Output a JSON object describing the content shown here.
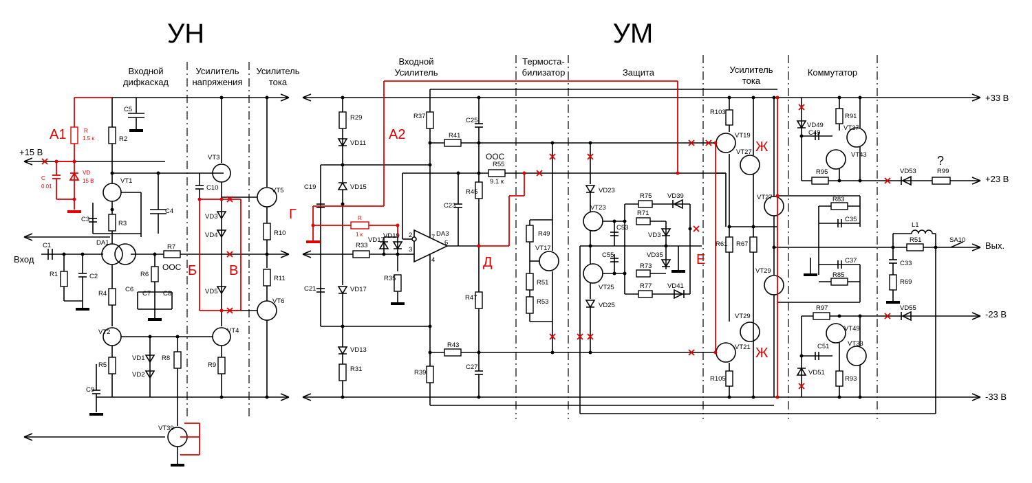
{
  "titles": {
    "un": "УН",
    "um": "УМ"
  },
  "sections": {
    "un_diff_1": "Входной",
    "un_diff_2": "дифкаскад",
    "un_va_1": "Усилитель",
    "un_va_2": "напряжения",
    "un_ca_1": "Усилитель",
    "un_ca_2": "тока",
    "um_in_1": "Входной",
    "um_in_2": "Усилитель",
    "um_ts_1": "Термоста-",
    "um_ts_2": "билизатор",
    "um_prot": "Защита",
    "um_ca_1": "Усилитель",
    "um_ca_2": "тока",
    "um_comm": "Коммутатор"
  },
  "rails": {
    "plus33": "+33 В",
    "plus23": "+23 В",
    "out": "Вых.",
    "minus23": "-23 В",
    "minus33": "-33 В",
    "plus15": "+15 В",
    "input": "Вход"
  },
  "points": {
    "a1": "А1",
    "a2": "А2",
    "b": "Б",
    "v": "В",
    "g": "Г",
    "d": "Д",
    "e": "Е",
    "zh1": "Ж",
    "zh2": "Ж",
    "q": "?"
  },
  "mods": {
    "r_name": "R",
    "r_val": "1.5 к",
    "c_name": "C",
    "c_val": "0.01",
    "vd_name": "VD",
    "vd_val": "15 В",
    "r2_name": "R",
    "r2_val": "1 к"
  },
  "ooc": {
    "left": "ООС",
    "right": "ООС",
    "r55_val": "9.1 к"
  },
  "labels": {
    "c5": "C5",
    "r2": "R2",
    "vt1": "VT1",
    "r3": "R3",
    "c3": "C3",
    "c4": "C4",
    "da1": "DA1",
    "c1": "C1",
    "r1": "R1",
    "c2": "C2",
    "r4": "R4",
    "r6": "R6",
    "c6": "C6",
    "c7": "C7",
    "c8": "C8",
    "r7": "R7",
    "vt2": "VT2",
    "r5": "R5",
    "c9": "C9",
    "vd1": "VD1",
    "vd2": "VD2",
    "r8": "R8",
    "vt3": "VT3",
    "c10": "C10",
    "vd3": "VD3",
    "vd4": "VD4",
    "vd5": "VD5",
    "vt4": "VT4",
    "r9": "R9",
    "vt5": "VT5",
    "r10": "R10",
    "r11": "R11",
    "vt6": "VT6",
    "vt39": "VT39",
    "r29": "R29",
    "vd11": "VD11",
    "c19": "C19",
    "vd15": "VD15",
    "c21": "C21",
    "vd17a": "VD17",
    "vd13": "VD13",
    "r31": "R31",
    "r37": "R37",
    "r41": "R41",
    "c25": "C25",
    "r55": "R55",
    "r45": "R45",
    "c23": "C23",
    "da3": "DA3",
    "p2": "2",
    "p3": "3",
    "p4": "4",
    "p6": "6",
    "p7": "7",
    "vd17": "VD17",
    "vd19": "VD19",
    "r33": "R33",
    "r35": "R35",
    "r47": "R47",
    "r43": "R43",
    "c27": "C27",
    "r39": "R39",
    "r49": "R49",
    "vt17": "VT17",
    "r51a": "R51",
    "r53": "R53",
    "vd23": "VD23",
    "vt23": "VT23",
    "c53": "C53",
    "r75": "R75",
    "vd39": "VD39",
    "r71": "R71",
    "vd3b": "VD3",
    "c55": "C55",
    "vd35": "VD35",
    "r73": "R73",
    "vt25": "VT25",
    "r77": "R77",
    "vd41": "VD41",
    "vd25": "VD25",
    "r103": "R103",
    "vt19": "VT19",
    "vt27a": "VT27",
    "vt27b": "VT27",
    "r61": "R61",
    "r67": "R67",
    "vt29a": "VT29",
    "vt29b": "VT29",
    "vt21": "VT21",
    "r105": "R105",
    "vd49": "VD49",
    "c49": "C49",
    "r91": "R91",
    "vt37": "VT37",
    "vt43": "VT43",
    "r95": "R95",
    "vd53": "VD53",
    "r99": "R99",
    "r83": "R83",
    "c35": "C35",
    "l1": "L1",
    "r51": "R51",
    "sa10": "SA10",
    "c33": "C33",
    "r69": "R69",
    "c37": "C37",
    "r85": "R85",
    "r97": "R97",
    "vt49": "VT49",
    "vd55": "VD55",
    "c51": "C51",
    "vt33": "VT33",
    "vd51": "VD51",
    "r93": "R93"
  },
  "colors": {
    "wire": "#000000",
    "mod": "#e00000"
  },
  "icons": {
    "resistor": "rect",
    "diode": "triangle-bar",
    "transistor": "circle-bjt",
    "ground": "bar",
    "cross": "red-x"
  }
}
